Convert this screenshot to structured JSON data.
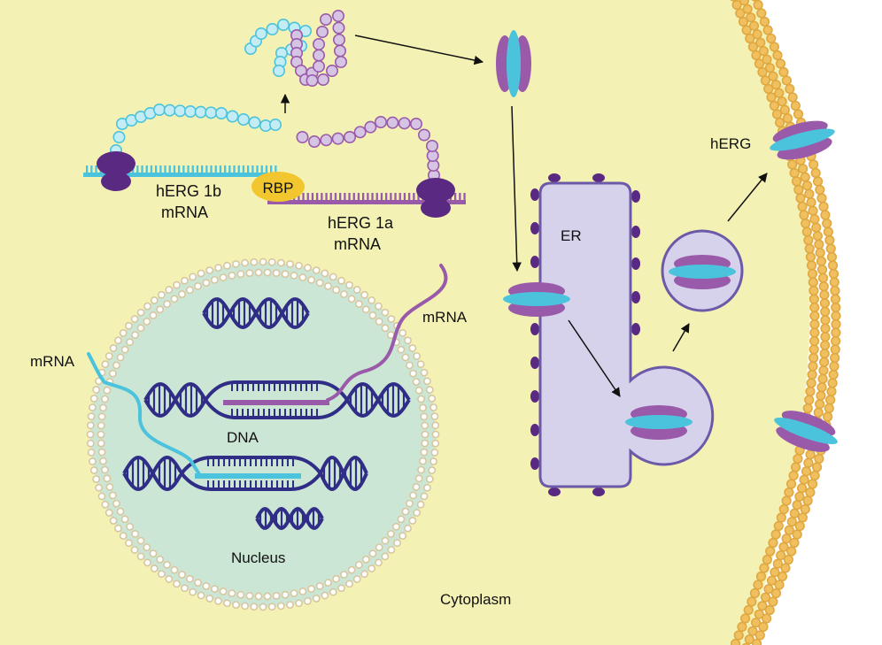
{
  "labels": {
    "herg1b": [
      "hERG 1b",
      "mRNA"
    ],
    "herg1a": [
      "hERG 1a",
      "mRNA"
    ],
    "rbp": "RBP",
    "er": "ER",
    "herg": "hERG",
    "mrna_left": "mRNA",
    "mrna_right": "mRNA",
    "dna": "DNA",
    "nucleus": "Nucleus",
    "cytoplasm": "Cytoplasm"
  },
  "colors": {
    "cytoplasm": "#f3f2b4",
    "extracellular": "#ffffff",
    "membrane_bead": "#f0c060",
    "nucleus_fill": "#cbe6d4",
    "nuclear_bead": "#d8c6a0",
    "er_fill": "#d6d2ec",
    "er_edge": "#6c5aa8",
    "dna": "#2f2d86",
    "cyan": "#4cc3dc",
    "purple": "#9a5aaa",
    "ribosome": "#5a2a82",
    "rbp": "#f2c62e",
    "bead_cyan": "#c4ecf4",
    "bead_purple": "#d6c4e4"
  }
}
